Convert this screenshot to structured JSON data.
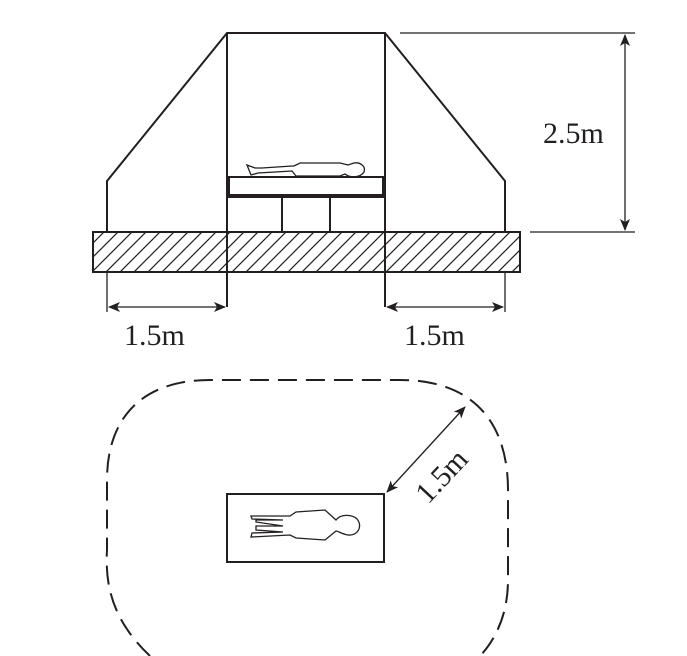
{
  "diagram": {
    "labels": {
      "height": "2.5m",
      "left_width": "1.5m",
      "right_width": "1.5m",
      "radius": "1.5m"
    },
    "colors": {
      "stroke": "#231f20",
      "background": "#ffffff"
    }
  }
}
